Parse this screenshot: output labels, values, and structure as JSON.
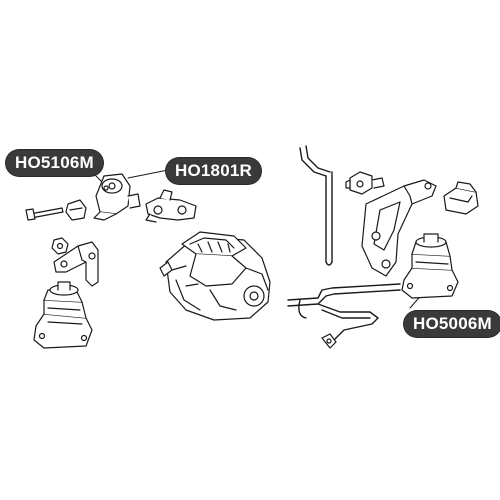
{
  "labels": {
    "part_a": "HO5106M",
    "part_b": "HO1801R",
    "part_c": "HO5006M"
  },
  "colors": {
    "callout_bg": "#3a3a3a",
    "callout_text": "#ffffff",
    "line_art": "#1a1a1a"
  }
}
